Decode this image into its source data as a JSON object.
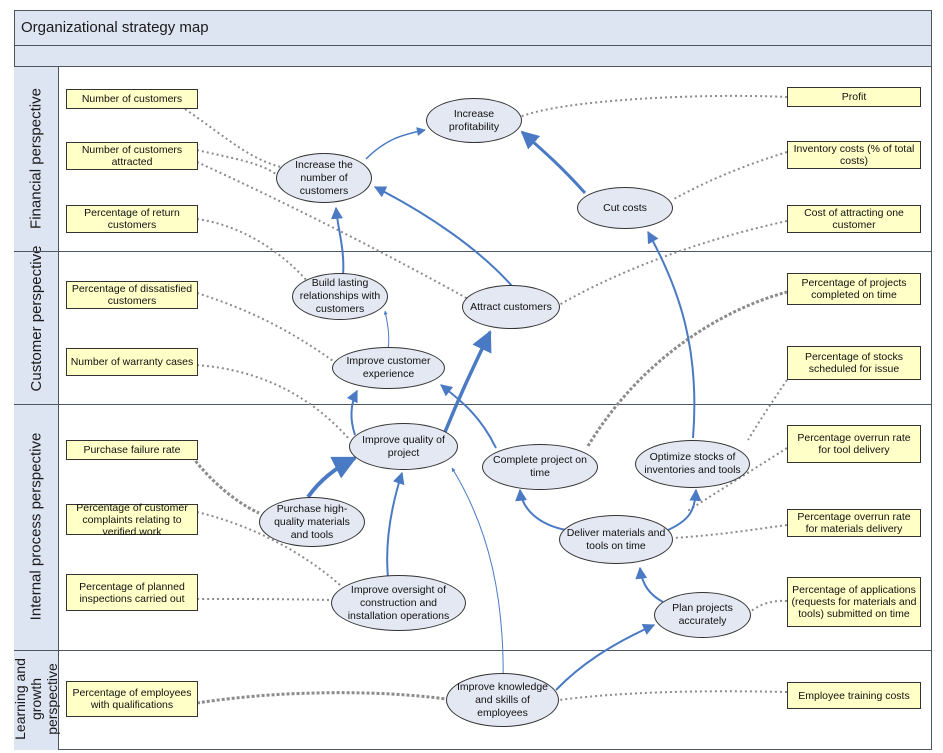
{
  "title": "Organizational strategy map",
  "perspectives": {
    "financial": "Financial perspective",
    "customer": "Customer perspective",
    "internal": "Internal process perspective",
    "learning": "Learning and growth perspective"
  },
  "objectives": {
    "increase_profitability": "Increase profitability",
    "increase_customers": "Increase the number of customers",
    "cut_costs": "Cut costs",
    "build_relationships": "Build lasting relationships with customers",
    "attract_customers": "Attract customers",
    "improve_experience": "Improve customer experience",
    "improve_quality": "Improve quality of project",
    "complete_on_time": "Complete project on time",
    "optimize_stocks": "Optimize stocks of inventories and tools",
    "purchase_materials": "Purchase high-quality materials and tools",
    "deliver_materials": "Deliver materials and tools on time",
    "improve_oversight": "Improve oversight of construction and installation operations",
    "plan_projects": "Plan projects accurately",
    "improve_knowledge": "Improve knowledge and skills of employees"
  },
  "indicators": {
    "number_of_customers": "Number of customers",
    "customers_attracted": "Number of customers attracted",
    "return_customers": "Percentage of return customers",
    "dissatisfied_customers": "Percentage of dissatisfied customers",
    "warranty_cases": "Number of warranty cases",
    "purchase_failure": "Purchase failure rate",
    "complaints_verified": "Percentage of customer complaints relating to verified work",
    "planned_inspections": "Percentage of planned inspections carried out",
    "employees_qualifications": "Percentage of employees with qualifications",
    "profit": "Profit",
    "inventory_costs": "Inventory costs (% of total costs)",
    "cost_attracting": "Cost of attracting one customer",
    "projects_on_time": "Percentage of projects completed on time",
    "stocks_scheduled": "Percentage of stocks scheduled for issue",
    "overrun_tool": "Percentage overrun rate for tool delivery",
    "overrun_materials": "Percentage overrun rate for materials delivery",
    "applications_on_time": "Percentage of applications (requests for materials and tools) submitted on time",
    "training_costs": "Employee training costs"
  },
  "colors": {
    "header_fill": "#dde5f3",
    "objective_fill": "#e4e8f2",
    "indicator_fill": "#ffffc8",
    "arrow": "#4a7ac4",
    "dotted_link": "#8c8c8c"
  }
}
